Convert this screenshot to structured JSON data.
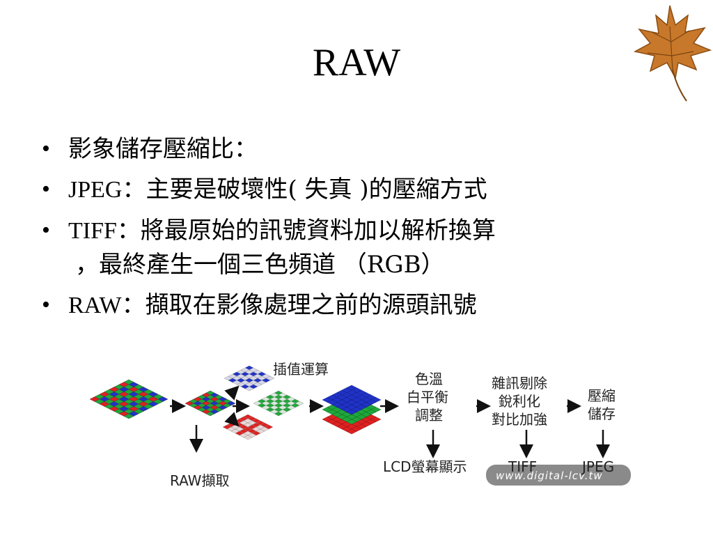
{
  "slide": {
    "title": "RAW",
    "bullets": [
      {
        "text": "影象儲存壓縮比："
      },
      {
        "lead": "JPEG",
        "text": "：主要是破壞性( 失真 )的壓縮方式"
      },
      {
        "lead": "TIFF",
        "text": "：將最原始的訊號資料加以解析換算",
        "cont": "，最終產生一個三色頻道 （RGB）"
      },
      {
        "lead": "RAW",
        "text": "：擷取在影像處理之前的源頭訊號"
      }
    ],
    "bullet_char": "•",
    "leaf_icon": "maple-leaf-icon"
  },
  "diagram": {
    "interp_label": "插值運算",
    "wb_label": [
      "色溫",
      "白平衡",
      "調整"
    ],
    "noise_label": [
      "雜訊剔除",
      "銳利化",
      "對比加強"
    ],
    "compress_label": [
      "壓縮",
      "儲存"
    ],
    "raw_capture": "RAW擷取",
    "lcd": "LCD螢幕顯示",
    "tiff": "TIFF",
    "jpeg": "JPEG",
    "watermark": "www.digital-lcv.tw",
    "colors": {
      "red": "#e02020",
      "green": "#1fa83a",
      "blue": "#2032c8",
      "leaf": "#c87a2a"
    }
  }
}
